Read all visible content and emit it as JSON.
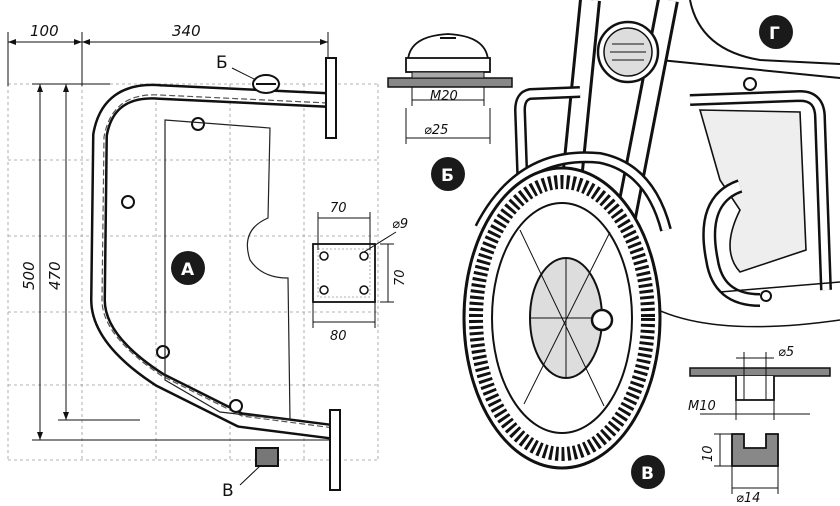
{
  "dimensions": {
    "width_left": "100",
    "width_main": "340",
    "height_outer": "500",
    "height_inner": "470",
    "bracket_hole_spacing": "70",
    "bracket_hole_diameter": "⌀9",
    "bracket_side": "70",
    "bracket_width": "80",
    "cap_thread": "M20",
    "cap_diameter": "⌀25",
    "bushing_bore": "⌀5",
    "bushing_thread": "M10",
    "bushing_height": "10",
    "bushing_diameter": "⌀14"
  },
  "markers": {
    "main_view": "А",
    "cap_detail": "Б",
    "bushing_detail": "В",
    "assembly_view": "Г"
  },
  "callouts": {
    "cap_callout": "Б",
    "bushing_callout": "В"
  },
  "colors": {
    "ink": "#111111",
    "grid": "#9a9a9a",
    "marker_fill": "#1a1a1a"
  }
}
